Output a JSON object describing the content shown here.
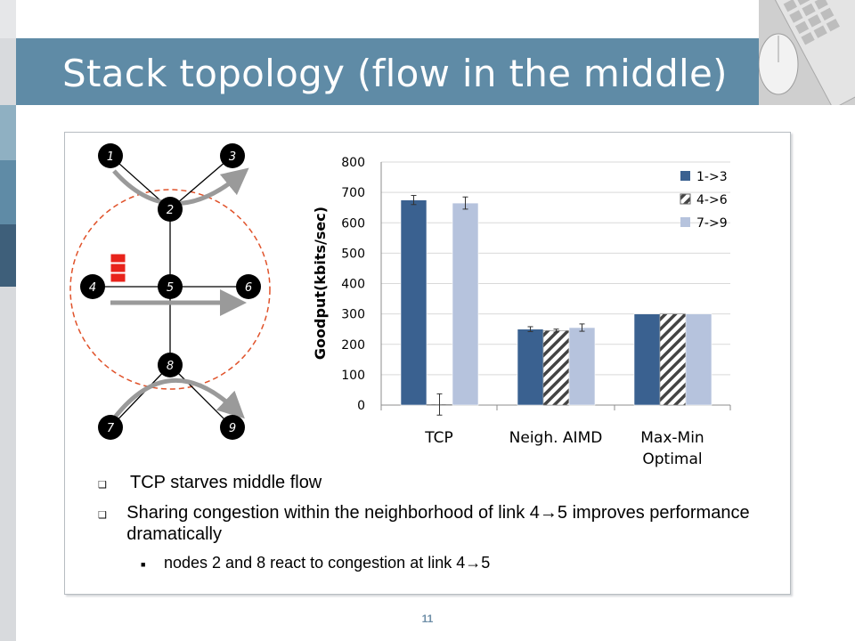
{
  "slide": {
    "title": "Stack topology (flow in the middle)",
    "page_number": "11"
  },
  "topology": {
    "nodes": [
      "1",
      "2",
      "3",
      "4",
      "5",
      "6",
      "7",
      "8",
      "9"
    ],
    "queue_color": "#e8231b",
    "circle_color": "#e0522a"
  },
  "bullets": [
    "TCP starves middle flow",
    "Sharing congestion within the neighborhood of link 4→5 improves performance dramatically"
  ],
  "sub_bullets": [
    "nodes 2 and 8 react to congestion at link 4→5"
  ],
  "chart_data": {
    "type": "bar",
    "categories": [
      "TCP",
      "Neigh. AIMD",
      "Max-Min Optimal"
    ],
    "ylabel": "Goodput(kbits/sec)",
    "ylim": [
      0,
      800
    ],
    "yticks": [
      0,
      100,
      200,
      300,
      400,
      500,
      600,
      700,
      800
    ],
    "legend_position": "top-right",
    "series": [
      {
        "name": "1->3",
        "values": [
          675,
          250,
          300
        ],
        "errors": [
          15,
          8,
          0
        ],
        "color": "#3a6190",
        "pattern": "solid"
      },
      {
        "name": "4->6",
        "values": [
          2,
          245,
          300
        ],
        "errors": [
          35,
          5,
          0
        ],
        "color": "#ffffff",
        "pattern": "hatched"
      },
      {
        "name": "7->9",
        "values": [
          665,
          255,
          300
        ],
        "errors": [
          20,
          12,
          0
        ],
        "color": "#b6c3dd",
        "pattern": "solid"
      }
    ]
  }
}
